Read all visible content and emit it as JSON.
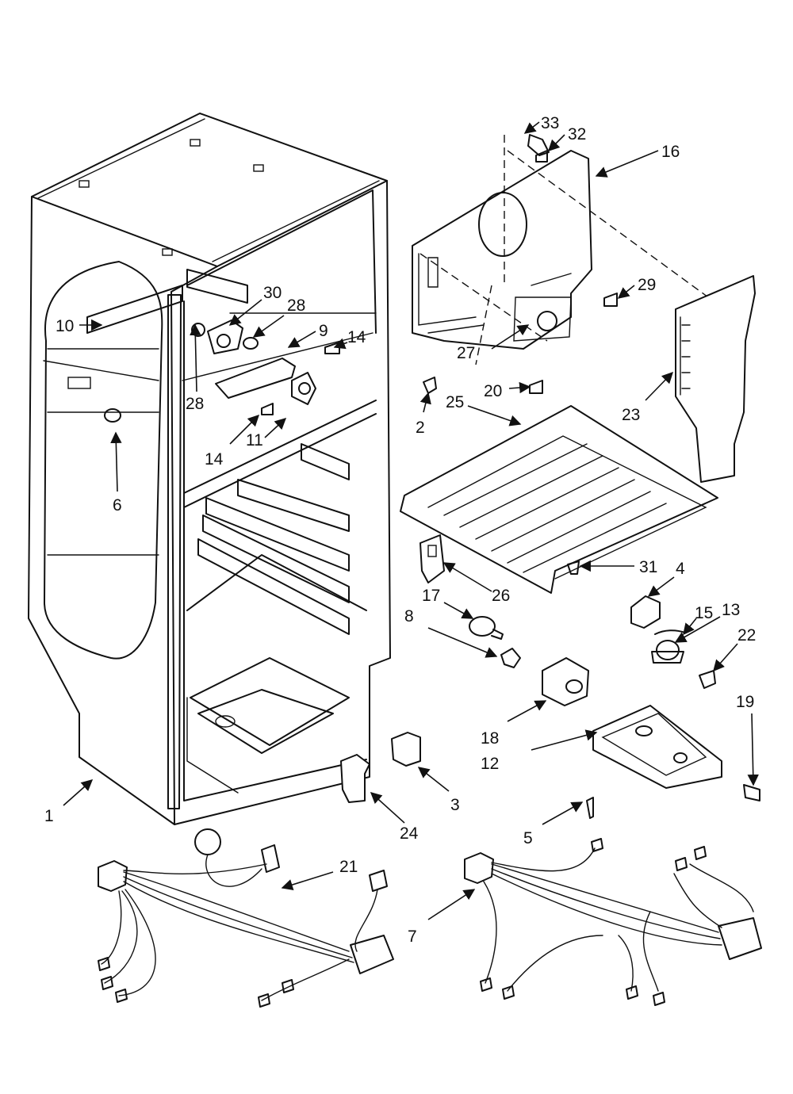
{
  "callouts": [
    {
      "id": "c33",
      "text": "33"
    },
    {
      "id": "c32",
      "text": "32"
    },
    {
      "id": "c16",
      "text": "16"
    },
    {
      "id": "c29",
      "text": "29"
    },
    {
      "id": "c30",
      "text": "30"
    },
    {
      "id": "c28a",
      "text": "28"
    },
    {
      "id": "c10",
      "text": "10"
    },
    {
      "id": "c9",
      "text": "9"
    },
    {
      "id": "c14a",
      "text": "14"
    },
    {
      "id": "c28b",
      "text": "28"
    },
    {
      "id": "c14b",
      "text": "14"
    },
    {
      "id": "c11",
      "text": "11"
    },
    {
      "id": "c6",
      "text": "6"
    },
    {
      "id": "c27",
      "text": "27"
    },
    {
      "id": "c20",
      "text": "20"
    },
    {
      "id": "c2",
      "text": "2"
    },
    {
      "id": "c25",
      "text": "25"
    },
    {
      "id": "c23",
      "text": "23"
    },
    {
      "id": "c31",
      "text": "31"
    },
    {
      "id": "c4",
      "text": "4"
    },
    {
      "id": "c26",
      "text": "26"
    },
    {
      "id": "c17",
      "text": "17"
    },
    {
      "id": "c8",
      "text": "8"
    },
    {
      "id": "c15",
      "text": "15"
    },
    {
      "id": "c13",
      "text": "13"
    },
    {
      "id": "c22",
      "text": "22"
    },
    {
      "id": "c19",
      "text": "19"
    },
    {
      "id": "c18",
      "text": "18"
    },
    {
      "id": "c12",
      "text": "12"
    },
    {
      "id": "c3",
      "text": "3"
    },
    {
      "id": "c1",
      "text": "1"
    },
    {
      "id": "c24",
      "text": "24"
    },
    {
      "id": "c5",
      "text": "5"
    },
    {
      "id": "c21",
      "text": "21"
    },
    {
      "id": "c7",
      "text": "7"
    }
  ]
}
